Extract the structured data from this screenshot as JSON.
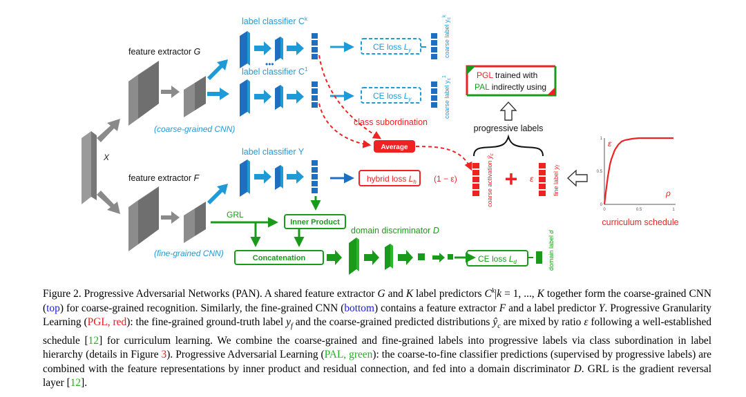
{
  "figure": {
    "feature_extractor_g": "feature extractor",
    "g_var": "G",
    "coarse_cnn": "(coarse-grained CNN)",
    "input_x": "X",
    "feature_extractor_f": "feature extractor",
    "f_var": "F",
    "fine_cnn": "(fine-grained CNN)",
    "label_classifier_ck": "label classifier C",
    "ck_sup": "k",
    "dots": "•••",
    "label_classifier_c1": "label classifier C",
    "c1_sup": "1",
    "label_classifier_y": "label classifier Y",
    "ce_loss_y_1": "CE loss",
    "ce_loss_y_2": "CE loss",
    "ly": "L",
    "ly_sub": "y",
    "coarse_label_k": "coarse label y",
    "coarse_label_k_sup": "k",
    "coarse_label_1": "coarse label y",
    "coarse_label_1_sup": "1",
    "coarse_label_sub": "c",
    "class_subordination": "class subordination",
    "average": "Average",
    "hybrid_loss": "hybrid loss",
    "lh": "L",
    "lh_sub": "h",
    "one_minus_eps": "(1 − ε)",
    "coarse_activation": "coarse activation",
    "coarse_activation_var": "ŷ",
    "eps": "ε",
    "fine_label": "fine label",
    "fine_label_var": "y",
    "fine_label_sub": "f",
    "plus": "+",
    "pgl_box_pgl": "PGL",
    "pgl_box_line1": "trained with",
    "pgl_box_pal": "PAL",
    "pgl_box_line2": "indirectly using",
    "progressive_labels": "progressive labels",
    "grl": "GRL",
    "inner_product": "Inner Product",
    "concatenation": "Concatenation",
    "domain_discriminator": "domain discriminator",
    "d_var": "D",
    "ce_loss_d": "CE loss",
    "ld": "L",
    "ld_sub": "d",
    "domain_label": "domain label",
    "domain_label_var": "d",
    "curriculum_schedule": "curriculum schedule",
    "chart_eps": "ε",
    "chart_rho": "ρ"
  },
  "chart_data": {
    "type": "line",
    "x_ticks": [
      "0",
      "0.5",
      "1"
    ],
    "y_ticks": [
      "0",
      "0.5",
      "1"
    ],
    "xlim": [
      0,
      1
    ],
    "ylim": [
      0,
      1
    ],
    "x": [
      0,
      0.02,
      0.05,
      0.08,
      0.1,
      0.15,
      0.2,
      0.25,
      0.3,
      0.4,
      0.5,
      0.6,
      0.8,
      1.0
    ],
    "y": [
      0,
      0.18,
      0.42,
      0.6,
      0.68,
      0.82,
      0.9,
      0.95,
      0.97,
      0.99,
      1.0,
      1.0,
      1.0,
      1.0
    ],
    "color": "#ee2222"
  },
  "caption": {
    "p1": "Figure 2. Progressive Adversarial Networks (PAN). A shared feature extractor ",
    "G": "G",
    "p2": " and ",
    "K": "K",
    "p3": " label predictors ",
    "Ck": "C",
    "Ck_sup": "k",
    "p3b": "|",
    "k": "k",
    "p3c": " = 1, ..., ",
    "K2": "K",
    "p4": " together form the coarse-grained CNN (",
    "top": "top",
    "p5": ") for coarse-grained recognition. Similarly, the fine-grained CNN (",
    "bottom": "bottom",
    "p6": ") contains a feature extractor ",
    "F": "F",
    "p7": " and a label predictor ",
    "Y": "Y",
    "p8": ". Progressive Granularity Learning (",
    "pgl_red": "PGL, red",
    "p9": "): the fine-grained ground-truth label ",
    "yf": "y",
    "yf_sub": "f",
    "p10": " and the coarse-grained predicted distributions ",
    "yc": "ŷ",
    "yc_sub": "c",
    "p11": " are mixed by ratio ",
    "eps": "ε",
    "p12": " following a well-established schedule [",
    "ref12a": "12",
    "p13": "] for curriculum learning. We combine the coarse-grained and fine-grained labels into progressive labels via class subordination in label hierarchy (details in Figure ",
    "fig3": "3",
    "p14": "). Progressive Adversarial Learning (",
    "pal_green": "PAL, green",
    "p15": "): the coarse-to-fine classifier predictions (supervised by progressive labels) are combined with the feature representations by inner product and residual connection, and fed into a domain discriminator ",
    "D": "D",
    "p16": ". GRL is the gradient reversal layer [",
    "ref12b": "12",
    "p17": "]."
  },
  "colors": {
    "blue": "#1e9bd7",
    "dark_blue": "#1e6fbf",
    "red": "#ee2222",
    "green": "#1a9a1a",
    "gray": "#888888"
  }
}
